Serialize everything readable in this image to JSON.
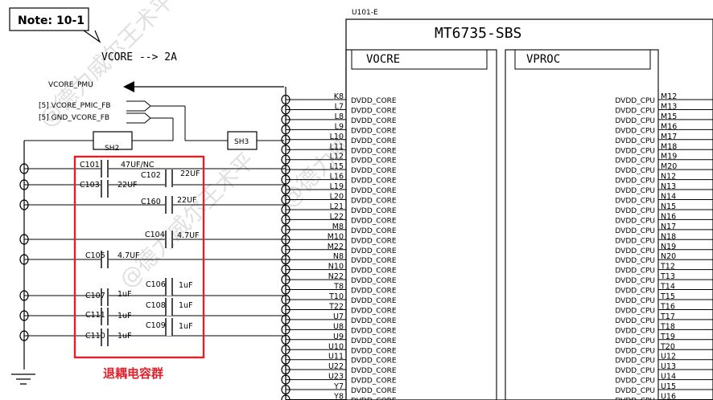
{
  "note": {
    "label": "Note: 10-1"
  },
  "current_spec": "VCORE --> 2A",
  "vcore_pmu": "VCORE_PMU",
  "feedback": [
    "[5] VCORE_PMIC_FB",
    "[5] GND_VCORE_FB"
  ],
  "shorts": [
    "SH2",
    "SH3"
  ],
  "chip": {
    "ref": "U101-E",
    "name": "MT6735-SBS",
    "blocks": [
      "VOCRE",
      "VPROC"
    ]
  },
  "vcore_pins": [
    {
      "ball": "K8",
      "name": "DVDD_CORE"
    },
    {
      "ball": "L7",
      "name": "DVDD_CORE"
    },
    {
      "ball": "L8",
      "name": "DVDD_CORE"
    },
    {
      "ball": "L9",
      "name": "DVDD_CORE"
    },
    {
      "ball": "L10",
      "name": "DVDD_CORE"
    },
    {
      "ball": "L11",
      "name": "DVDD_CORE"
    },
    {
      "ball": "L12",
      "name": "DVDD_CORE"
    },
    {
      "ball": "L15",
      "name": "DVDD_CORE"
    },
    {
      "ball": "L16",
      "name": "DVDD_CORE"
    },
    {
      "ball": "L19",
      "name": "DVDD_CORE"
    },
    {
      "ball": "L20",
      "name": "DVDD_CORE"
    },
    {
      "ball": "L21",
      "name": "DVDD_CORE"
    },
    {
      "ball": "L22",
      "name": "DVDD_CORE"
    },
    {
      "ball": "M8",
      "name": "DVDD_CORE"
    },
    {
      "ball": "M10",
      "name": "DVDD_CORE"
    },
    {
      "ball": "M22",
      "name": "DVDD_CORE"
    },
    {
      "ball": "N8",
      "name": "DVDD_CORE"
    },
    {
      "ball": "N10",
      "name": "DVDD_CORE"
    },
    {
      "ball": "N22",
      "name": "DVDD_CORE"
    },
    {
      "ball": "T8",
      "name": "DVDD_CORE"
    },
    {
      "ball": "T10",
      "name": "DVDD_CORE"
    },
    {
      "ball": "T22",
      "name": "DVDD_CORE"
    },
    {
      "ball": "U7",
      "name": "DVDD_CORE"
    },
    {
      "ball": "U8",
      "name": "DVDD_CORE"
    },
    {
      "ball": "U9",
      "name": "DVDD_CORE"
    },
    {
      "ball": "U10",
      "name": "DVDD_CORE"
    },
    {
      "ball": "U11",
      "name": "DVDD_CORE"
    },
    {
      "ball": "U22",
      "name": "DVDD_CORE"
    },
    {
      "ball": "U23",
      "name": "DVDD_CORE"
    },
    {
      "ball": "Y7",
      "name": "DVDD_CORE"
    },
    {
      "ball": "Y8",
      "name": "DVDD_CORE"
    }
  ],
  "vproc_pins": [
    {
      "ball": "M12",
      "name": "DVDD_CPU"
    },
    {
      "ball": "M13",
      "name": "DVDD_CPU"
    },
    {
      "ball": "M15",
      "name": "DVDD_CPU"
    },
    {
      "ball": "M16",
      "name": "DVDD_CPU"
    },
    {
      "ball": "M17",
      "name": "DVDD_CPU"
    },
    {
      "ball": "M18",
      "name": "DVDD_CPU"
    },
    {
      "ball": "M19",
      "name": "DVDD_CPU"
    },
    {
      "ball": "M20",
      "name": "DVDD_CPU"
    },
    {
      "ball": "N12",
      "name": "DVDD_CPU"
    },
    {
      "ball": "N13",
      "name": "DVDD_CPU"
    },
    {
      "ball": "N14",
      "name": "DVDD_CPU"
    },
    {
      "ball": "N15",
      "name": "DVDD_CPU"
    },
    {
      "ball": "N16",
      "name": "DVDD_CPU"
    },
    {
      "ball": "N17",
      "name": "DVDD_CPU"
    },
    {
      "ball": "N18",
      "name": "DVDD_CPU"
    },
    {
      "ball": "N19",
      "name": "DVDD_CPU"
    },
    {
      "ball": "N20",
      "name": "DVDD_CPU"
    },
    {
      "ball": "T12",
      "name": "DVDD_CPU"
    },
    {
      "ball": "T13",
      "name": "DVDD_CPU"
    },
    {
      "ball": "T14",
      "name": "DVDD_CPU"
    },
    {
      "ball": "T15",
      "name": "DVDD_CPU"
    },
    {
      "ball": "T16",
      "name": "DVDD_CPU"
    },
    {
      "ball": "T17",
      "name": "DVDD_CPU"
    },
    {
      "ball": "T18",
      "name": "DVDD_CPU"
    },
    {
      "ball": "T19",
      "name": "DVDD_CPU"
    },
    {
      "ball": "T20",
      "name": "DVDD_CPU"
    },
    {
      "ball": "U12",
      "name": "DVDD_CPU"
    },
    {
      "ball": "U13",
      "name": "DVDD_CPU"
    },
    {
      "ball": "U14",
      "name": "DVDD_CPU"
    },
    {
      "ball": "U15",
      "name": "DVDD_CPU"
    },
    {
      "ball": "U16",
      "name": "DVDD_CPU"
    }
  ],
  "capacitors": [
    {
      "ref": "C101",
      "value": "47UF/NC"
    },
    {
      "ref": "C102",
      "value": "22UF"
    },
    {
      "ref": "C103",
      "value": "22UF"
    },
    {
      "ref": "C160",
      "value": "22UF"
    },
    {
      "ref": "C104",
      "value": "4.7UF"
    },
    {
      "ref": "C105",
      "value": "4.7UF"
    },
    {
      "ref": "C106",
      "value": "1uF"
    },
    {
      "ref": "C107",
      "value": "1uF"
    },
    {
      "ref": "C108",
      "value": "1uF"
    },
    {
      "ref": "C111",
      "value": "1uF"
    },
    {
      "ref": "C109",
      "value": "1uF"
    },
    {
      "ref": "C110",
      "value": "1uF"
    }
  ],
  "cap_group_label": "退耦电容群",
  "watermark": "@德力威尔王术平",
  "colors": {
    "highlight": "#e0202a",
    "line": "#000000",
    "watermark": "#c8c8c8"
  }
}
